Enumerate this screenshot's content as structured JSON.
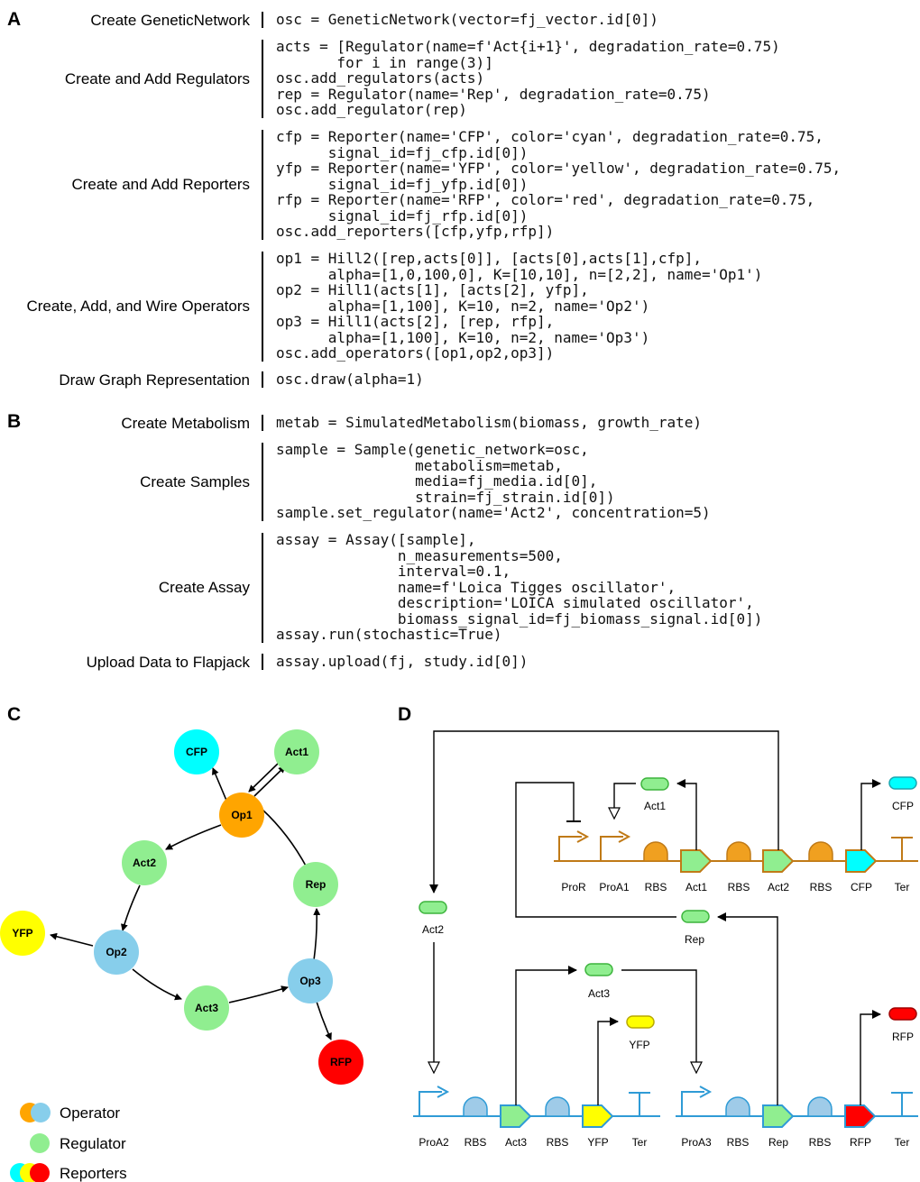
{
  "panels": {
    "A": "A",
    "B": "B",
    "C": "C",
    "D": "D"
  },
  "panelA": {
    "steps": [
      {
        "label": "Create GeneticNetwork",
        "code": "osc = GeneticNetwork(vector=fj_vector.id[0])"
      },
      {
        "label": "Create and Add Regulators",
        "code": "acts = [Regulator(name=f'Act{i+1}', degradation_rate=0.75)\n       for i in range(3)]\nosc.add_regulators(acts)\nrep = Regulator(name='Rep', degradation_rate=0.75)\nosc.add_regulator(rep)"
      },
      {
        "label": "Create and Add Reporters",
        "code": "cfp = Reporter(name='CFP', color='cyan', degradation_rate=0.75,\n      signal_id=fj_cfp.id[0])\nyfp = Reporter(name='YFP', color='yellow', degradation_rate=0.75,\n      signal_id=fj_yfp.id[0])\nrfp = Reporter(name='RFP', color='red', degradation_rate=0.75,\n      signal_id=fj_rfp.id[0])\nosc.add_reporters([cfp,yfp,rfp])"
      },
      {
        "label": "Create, Add, and Wire Operators",
        "code": "op1 = Hill2([rep,acts[0]], [acts[0],acts[1],cfp],\n      alpha=[1,0,100,0], K=[10,10], n=[2,2], name='Op1')\nop2 = Hill1(acts[1], [acts[2], yfp],\n      alpha=[1,100], K=10, n=2, name='Op2')\nop3 = Hill1(acts[2], [rep, rfp],\n      alpha=[1,100], K=10, n=2, name='Op3')\nosc.add_operators([op1,op2,op3])"
      },
      {
        "label": "Draw Graph Representation",
        "code": "osc.draw(alpha=1)"
      }
    ]
  },
  "panelB": {
    "steps": [
      {
        "label": "Create Metabolism",
        "code": "metab = SimulatedMetabolism(biomass, growth_rate)"
      },
      {
        "label": "Create Samples",
        "code": "sample = Sample(genetic_network=osc,\n                metabolism=metab,\n                media=fj_media.id[0],\n                strain=fj_strain.id[0])\nsample.set_regulator(name='Act2', concentration=5)"
      },
      {
        "label": "Create Assay",
        "code": "assay = Assay([sample],\n              n_measurements=500,\n              interval=0.1,\n              name=f'Loica Tigges oscillator',\n              description='LOICA simulated oscillator',\n              biomass_signal_id=fj_biomass_signal.id[0])\nassay.run(stochastic=True)"
      },
      {
        "label": "Upload Data to Flapjack",
        "code": "assay.upload(fj, study.id[0])"
      }
    ]
  },
  "panelC": {
    "nodes": [
      {
        "id": "CFP",
        "label": "CFP",
        "kind": "reporter",
        "color": "#00ffff"
      },
      {
        "id": "Act1",
        "label": "Act1",
        "kind": "regulator",
        "color": "#90ee90"
      },
      {
        "id": "Op1",
        "label": "Op1",
        "kind": "operator",
        "color": "#ffa500"
      },
      {
        "id": "Act2",
        "label": "Act2",
        "kind": "regulator",
        "color": "#90ee90"
      },
      {
        "id": "Rep",
        "label": "Rep",
        "kind": "regulator",
        "color": "#90ee90"
      },
      {
        "id": "YFP",
        "label": "YFP",
        "kind": "reporter",
        "color": "#ffff00"
      },
      {
        "id": "Op2",
        "label": "Op2",
        "kind": "operator",
        "color": "#87ceeb"
      },
      {
        "id": "Op3",
        "label": "Op3",
        "kind": "operator",
        "color": "#87ceeb"
      },
      {
        "id": "Act3",
        "label": "Act3",
        "kind": "regulator",
        "color": "#90ee90"
      },
      {
        "id": "RFP",
        "label": "RFP",
        "kind": "reporter",
        "color": "#ff0000"
      }
    ],
    "legend": [
      {
        "label": "Operator",
        "icon": "operator-icon"
      },
      {
        "label": "Regulator",
        "icon": "regulator-icon"
      },
      {
        "label": "Reporters",
        "icon": "reporters-icon"
      }
    ]
  },
  "panelD": {
    "top_parts": [
      "ProR",
      "ProA1",
      "RBS",
      "Act1",
      "RBS",
      "Act2",
      "RBS",
      "CFP",
      "Ter"
    ],
    "bottom_left_parts": [
      "ProA2",
      "RBS",
      "Act3",
      "RBS",
      "YFP",
      "Ter"
    ],
    "bottom_right_parts": [
      "ProA3",
      "RBS",
      "Rep",
      "RBS",
      "RFP",
      "Ter"
    ],
    "proteins": {
      "act1": "Act1",
      "cfp": "CFP",
      "act2": "Act2",
      "rep": "Rep",
      "act3": "Act3",
      "yfp": "YFP",
      "rfp": "RFP"
    },
    "colors": {
      "top_backbone": "#c07a17",
      "bottom_backbone": "#2f9bd6",
      "cds_green": "#90ee90",
      "cyan": "#00ffff",
      "yellow": "#ffff00",
      "red": "#ff0000",
      "rbs_orange": "#f0a020",
      "rbs_blue": "#9fcbe8"
    }
  }
}
